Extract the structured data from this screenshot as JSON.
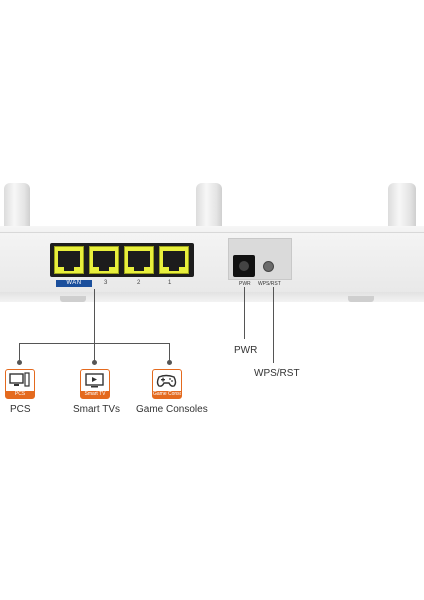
{
  "router": {
    "wan_label": "WAN",
    "lan_ports": [
      "3",
      "2",
      "1"
    ],
    "pwr_port_label": "PWR",
    "wps_port_label": "WPS/RST"
  },
  "callouts": {
    "pwr": "PWR",
    "wps_rst": "WPS/RST"
  },
  "devices": [
    {
      "name": "PCS",
      "box_label": "PCS",
      "icon": "pc-icon"
    },
    {
      "name": "Smart TVs",
      "box_label": "Smart TV",
      "icon": "tv-icon"
    },
    {
      "name": "Game Consoles",
      "box_label": "Game Consoles",
      "icon": "gamepad-icon"
    }
  ],
  "colors": {
    "accent": "#e46a1e",
    "wan": "#1b4f9c",
    "port": "#e8ef3c"
  }
}
